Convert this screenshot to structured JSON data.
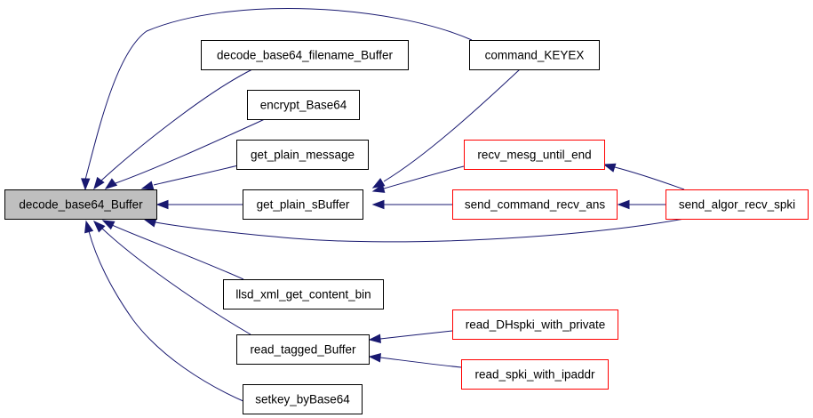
{
  "colors": {
    "edge": "#191970",
    "node_border": "#000000",
    "node_border_incomplete": "#ff0000",
    "focus_fill": "#bfbfbf",
    "node_fill": "#ffffff"
  },
  "focus_node": {
    "id": "n0",
    "label": "decode_base64_Buffer"
  },
  "nodes": [
    {
      "id": "n0",
      "label": "decode_base64_Buffer",
      "style": "focus"
    },
    {
      "id": "n1",
      "label": "decode_base64_filename_Buffer",
      "style": "normal"
    },
    {
      "id": "n2",
      "label": "encrypt_Base64",
      "style": "normal"
    },
    {
      "id": "n3",
      "label": "get_plain_message",
      "style": "normal"
    },
    {
      "id": "n4",
      "label": "get_plain_sBuffer",
      "style": "normal"
    },
    {
      "id": "n5",
      "label": "llsd_xml_get_content_bin",
      "style": "normal"
    },
    {
      "id": "n6",
      "label": "read_tagged_Buffer",
      "style": "normal"
    },
    {
      "id": "n7",
      "label": "setkey_byBase64",
      "style": "normal"
    },
    {
      "id": "n8",
      "label": "command_KEYEX",
      "style": "normal"
    },
    {
      "id": "n9",
      "label": "recv_mesg_until_end",
      "style": "incomplete"
    },
    {
      "id": "n10",
      "label": "send_command_recv_ans",
      "style": "incomplete"
    },
    {
      "id": "n11",
      "label": "send_algor_recv_spki",
      "style": "incomplete"
    },
    {
      "id": "n12",
      "label": "read_DHspki_with_private",
      "style": "incomplete"
    },
    {
      "id": "n13",
      "label": "read_spki_with_ipaddr",
      "style": "incomplete"
    }
  ],
  "edges": [
    {
      "from": "n8",
      "to": "n0"
    },
    {
      "from": "n1",
      "to": "n0"
    },
    {
      "from": "n2",
      "to": "n0"
    },
    {
      "from": "n3",
      "to": "n0"
    },
    {
      "from": "n4",
      "to": "n0"
    },
    {
      "from": "n11",
      "to": "n0"
    },
    {
      "from": "n5",
      "to": "n0"
    },
    {
      "from": "n6",
      "to": "n0"
    },
    {
      "from": "n7",
      "to": "n0"
    },
    {
      "from": "n8",
      "to": "n4"
    },
    {
      "from": "n9",
      "to": "n4"
    },
    {
      "from": "n10",
      "to": "n4"
    },
    {
      "from": "n11",
      "to": "n9"
    },
    {
      "from": "n11",
      "to": "n10"
    },
    {
      "from": "n12",
      "to": "n6"
    },
    {
      "from": "n13",
      "to": "n6"
    }
  ]
}
